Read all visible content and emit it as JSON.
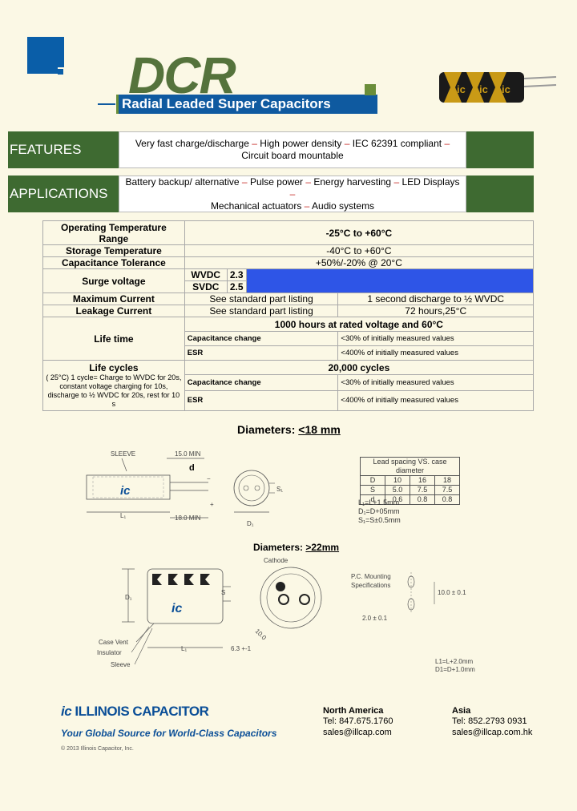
{
  "header": {
    "product_code": "DCR",
    "subtitle": "Radial Leaded Super Capacitors",
    "capacitor_labels": [
      "ic",
      "ic",
      "ic"
    ]
  },
  "features": {
    "label": "FEATURES",
    "items": [
      "Very fast charge/discharge",
      "High power density",
      "IEC 62391 compliant",
      "Circuit board mountable"
    ],
    "separator": "–"
  },
  "applications": {
    "label": "APPLICATIONS",
    "items": [
      "Battery backup/ alternative",
      "Pulse power",
      "Energy harvesting",
      "LED Displays",
      "Mechanical actuators",
      "Audio systems"
    ],
    "separator": "–"
  },
  "spec": {
    "op_temp_label": "Operating Temperature Range",
    "op_temp_value": "-25°C to +60°C",
    "storage_label": "Storage Temperature",
    "storage_value": "-40°C to +60°C",
    "cap_tol_label": "Capacitance Tolerance",
    "cap_tol_value": "+50%/-20% @ 20°C",
    "surge_label": "Surge voltage",
    "wvdc_label": "WVDC",
    "wvdc_value": "2.3",
    "svdc_label": "SVDC",
    "svdc_value": "2.5",
    "max_current_label": "Maximum Current",
    "max_current_value": "See standard part listing",
    "max_current_cond": "1 second discharge to ½ WVDC",
    "leakage_label": "Leakage Current",
    "leakage_value": "See standard part listing",
    "leakage_cond": "72 hours,25°C",
    "life_label": "Life time",
    "life_header": "1000 hours at rated voltage and 60°C",
    "life_cap_change_label": "Capacitance change",
    "life_cap_change_value": "<30% of initially measured values",
    "life_esr_label": "ESR",
    "life_esr_value": "<400% of initially measured values",
    "cycles_label": "Life cycles",
    "cycles_desc": "( 25°C) 1 cycle= Charge to WVDC for 20s, constant voltage charging for 10s, discharge to ½ WVDC for 20s, rest for 10 s",
    "cycles_header": "20,000 cycles",
    "cycles_cap_change_label": "Capacitance change",
    "cycles_cap_change_value": "<30% of initially measured values",
    "cycles_esr_label": "ESR",
    "cycles_esr_value": "<400% of initially measured values"
  },
  "diameters_small": {
    "prefix": "Diameters: ",
    "value": "<18 mm",
    "drawing_labels": {
      "sleeve": "SLEEVE",
      "dim_top": "15.0 MIN",
      "d": "d",
      "l1": "L₁",
      "dim_bottom": "18.0 MIN",
      "s1": "S₁",
      "d1": "D₁",
      "ic": "ic",
      "minus": "−",
      "plus": "+"
    },
    "lead_table": {
      "caption": "Lead spacing VS. case diameter",
      "rows": [
        [
          "D",
          "10",
          "16",
          "18"
        ],
        [
          "S",
          "5.0",
          "7.5",
          "7.5"
        ],
        [
          "d",
          "0.6",
          "0.8",
          "0.8"
        ]
      ]
    },
    "notes": [
      "L₁=L+1.5mm",
      "D₁=D+05mm",
      "S₁=S±0.5mm"
    ]
  },
  "diameters_large": {
    "prefix": "Diameters: ",
    "value": ">22mm",
    "labels": {
      "cathode": "Cathode",
      "pc_mounting_1": "P.C. Mounting",
      "pc_mounting_2": "Specifications",
      "dim_v": "10.0 ± 0.1",
      "dim_h": "2.0 ± 0.1",
      "d1": "D₁",
      "l1": "L₁",
      "lead_dim": "6.3 +-1",
      "dim_diag": "10.0",
      "s": "S",
      "case_vent": "Case Vent",
      "insulator": "Insulator",
      "sleeve": "Sleeve",
      "note1": "L1=L+2.0mm",
      "note2": "D1=D+1.0mm",
      "ic": "ic"
    }
  },
  "footer": {
    "logo": "ILLINOIS CAPACITOR",
    "logo_mark": "ic",
    "tagline": "Your Global Source for World-Class Capacitors",
    "copyright": "© 2013 Illinois Capacitor, Inc.",
    "north_america": {
      "title": "North America",
      "tel": "Tel: 847.675.1760",
      "email": "sales@illcap.com"
    },
    "asia": {
      "title": "Asia",
      "tel": "Tel: 852.2793 0931",
      "email": "sales@illcap.com.hk"
    }
  },
  "colors": {
    "brand_blue": "#0a5ea8",
    "brand_green": "#3e6a31",
    "dcr_green": "#55733c",
    "separator_red": "#c4261f",
    "surge_fill_blue": "#2e55e7"
  }
}
